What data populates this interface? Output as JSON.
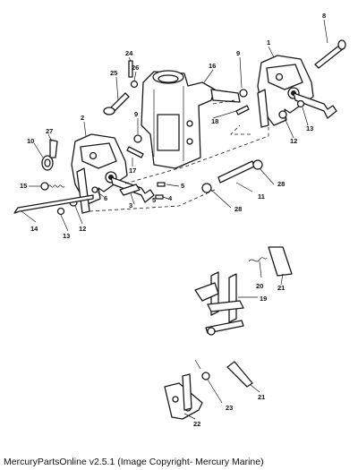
{
  "footer": "MercuryPartsOnline v2.5.1 (Image Copyright- Mercury Marine)",
  "callouts": {
    "c1": "1",
    "c2": "2",
    "c3": "3",
    "c4": "4",
    "c5a": "5",
    "c5b": "5",
    "c6": "6",
    "c8": "8",
    "c9a": "9",
    "c9b": "9",
    "c10": "10",
    "c11": "11",
    "c12a": "12",
    "c12b": "12",
    "c13a": "13",
    "c13b": "13",
    "c14": "14",
    "c15": "15",
    "c16": "16",
    "c17": "17",
    "c18": "18",
    "c19": "19",
    "c20": "20",
    "c21a": "21",
    "c21b": "21",
    "c22": "22",
    "c23": "23",
    "c24": "24",
    "c25": "25",
    "c26": "26",
    "c27": "27",
    "c28a": "28",
    "c28b": "28"
  }
}
